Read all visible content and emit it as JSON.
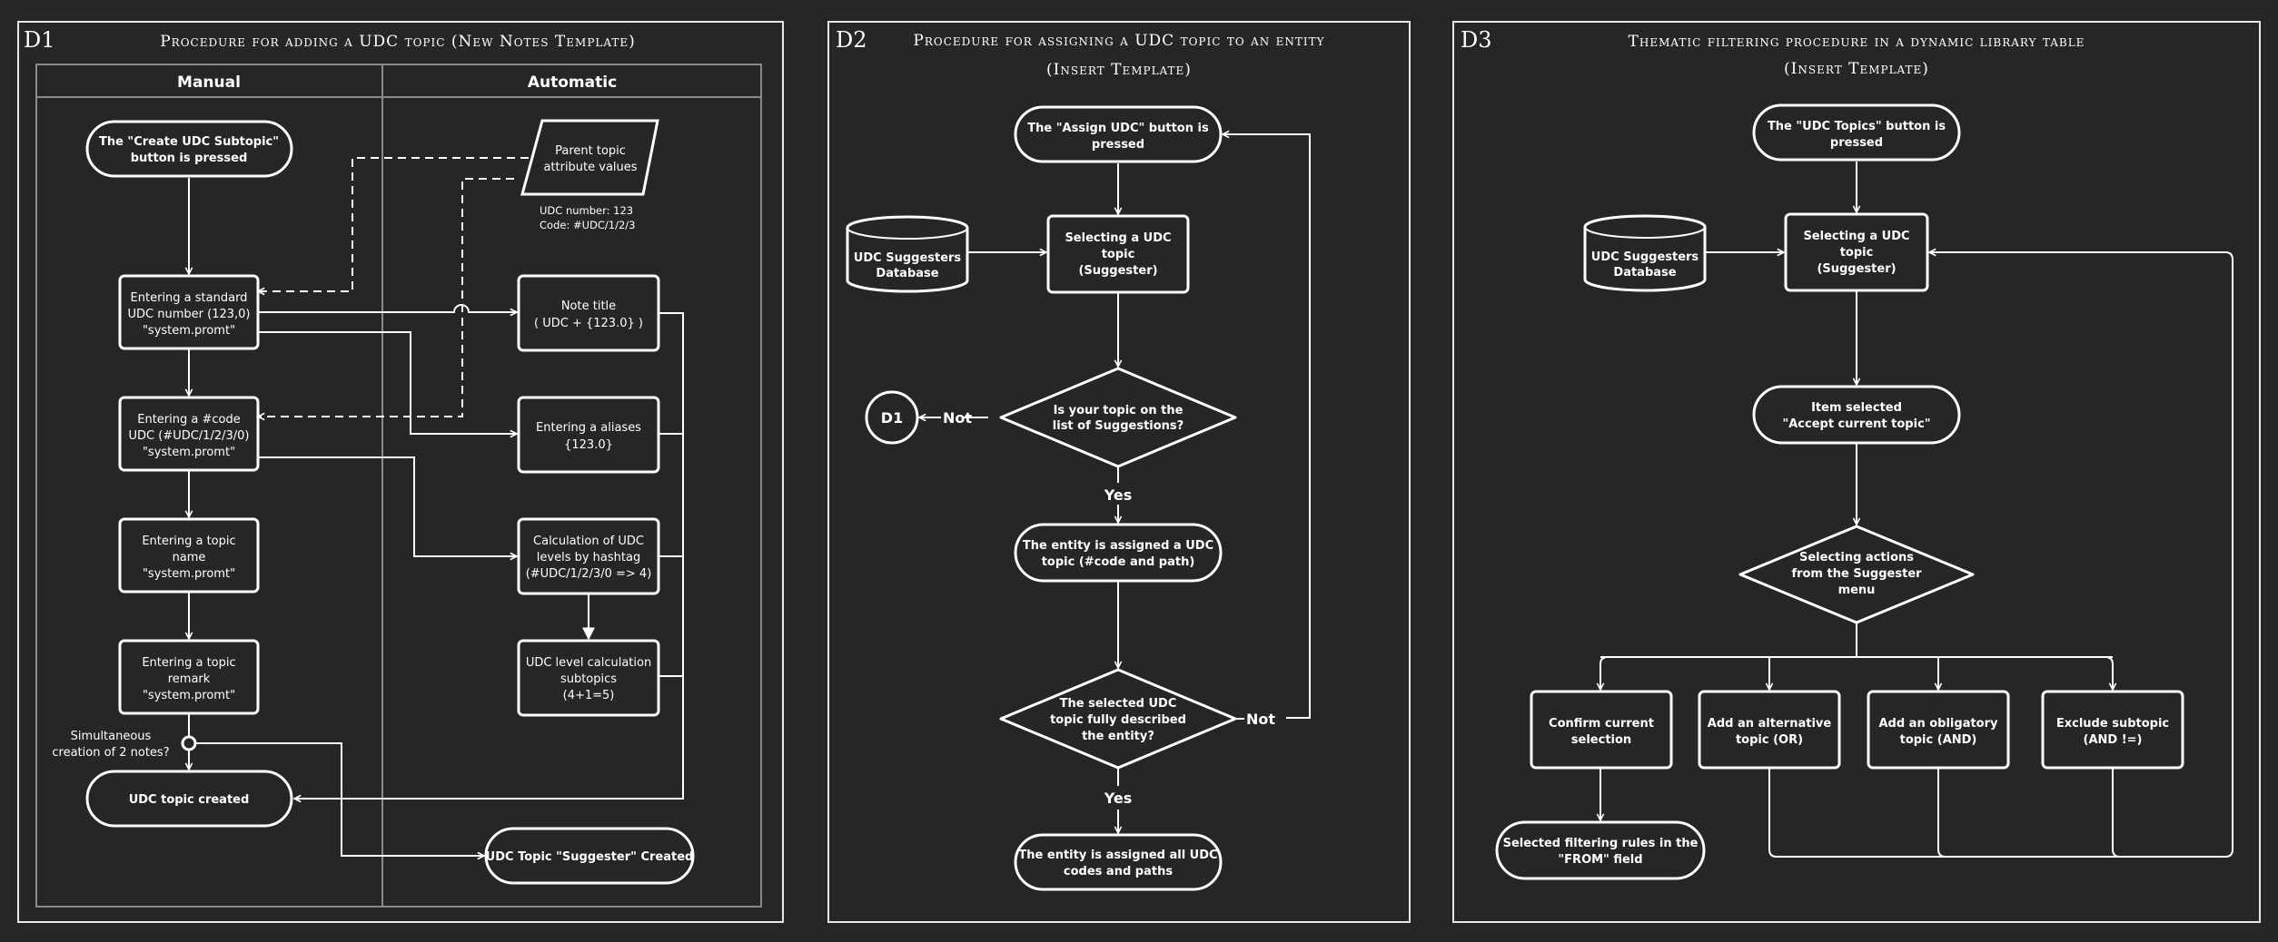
{
  "d1": {
    "tag": "D1",
    "title": "Procedure for adding a UDC topic (New Notes Template)",
    "lane_manual": "Manual",
    "lane_auto": "Automatic",
    "create_btn": [
      "The \"Create UDC Subtopic\"",
      "button is pressed"
    ],
    "enter_number": [
      "Entering a standard",
      "UDC number (123,0)",
      "\"system.promt\""
    ],
    "enter_code": [
      "Entering a #code",
      "UDC (#UDC/1/2/3/0)",
      "\"system.promt\""
    ],
    "enter_name": [
      "Entering a topic",
      "name",
      "\"system.promt\""
    ],
    "enter_remark": [
      "Entering a topic",
      "remark",
      "\"system.promt\""
    ],
    "simultaneous": [
      "Simultaneous",
      "creation of 2 notes?"
    ],
    "topic_created": "UDC topic created",
    "parent_attr": [
      "Parent topic",
      "attribute values"
    ],
    "parent_values": [
      "UDC number: 123",
      "Code: #UDC/1/2/3"
    ],
    "note_title": [
      "Note title",
      "( UDC + {123.0} )"
    ],
    "aliases": [
      "Entering a aliases",
      "{123.0}"
    ],
    "calc_levels": [
      "Calculation of UDC",
      "levels by hashtag",
      "(#UDC/1/2/3/0 => 4)"
    ],
    "level_calc": [
      "UDC level calculation",
      "subtopics",
      "(4+1=5)"
    ],
    "suggester_created": "UDC Topic \"Suggester\" Created"
  },
  "d2": {
    "tag": "D2",
    "title": [
      "Procedure for assigning a UDC topic to an entity",
      "(Insert Template)"
    ],
    "assign_btn": [
      "The \"Assign UDC\" button is",
      "pressed"
    ],
    "db": [
      "UDC Suggesters",
      "Database"
    ],
    "selecting": [
      "Selecting a UDC",
      "topic",
      "(Suggester)"
    ],
    "question1": [
      "Is your topic on the",
      "list of Suggestions?"
    ],
    "connector": "D1",
    "not1": "Not",
    "yes1": "Yes",
    "assigned": [
      "The entity is assigned a UDC",
      "topic (#code and path)"
    ],
    "question2": [
      "The selected UDC",
      "topic fully described",
      "the entity?"
    ],
    "not2": "Not",
    "yes2": "Yes",
    "assigned_all": [
      "The entity is assigned all UDC",
      "codes and paths"
    ]
  },
  "d3": {
    "tag": "D3",
    "title": [
      "Thematic filtering procedure in a dynamic library table",
      "(Insert Template)"
    ],
    "topics_btn": [
      "The \"UDC Topics\" button is",
      "pressed"
    ],
    "db": [
      "UDC Suggesters",
      "Database"
    ],
    "selecting": [
      "Selecting a UDC",
      "topic",
      "(Suggester)"
    ],
    "item_selected": [
      "Item selected",
      "\"Accept current topic\""
    ],
    "actions": [
      "Selecting actions",
      "from the Suggester",
      "menu"
    ],
    "confirm": [
      "Confirm current",
      "selection"
    ],
    "alt": [
      "Add an alternative",
      "topic (OR)"
    ],
    "oblig": [
      "Add an obligatory",
      "topic (AND)"
    ],
    "exclude": [
      "Exclude subtopic",
      "(AND !=)"
    ],
    "rules": [
      "Selected filtering rules in the",
      "\"FROM\" field"
    ]
  },
  "colors": {
    "background": "#262626",
    "foreground": "#ffffff",
    "lane": "#8a8a8a"
  }
}
